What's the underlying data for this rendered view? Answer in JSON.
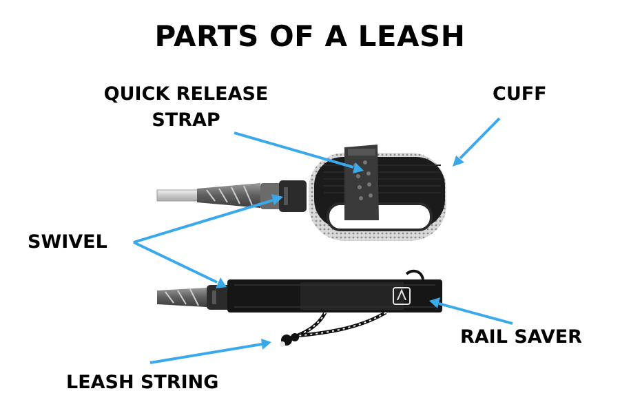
{
  "title": "PARTS OF A LEASH",
  "labels": {
    "quick_release_line1": "QUICK RELEASE",
    "quick_release_line2": "STRAP",
    "cuff": "CUFF",
    "swivel": "SWIVEL",
    "rail_saver": "RAIL SAVER",
    "leash_string": "LEASH STRING"
  },
  "colors": {
    "arrow": "#3aa9ec",
    "text": "#000000",
    "product": "#1a1a1a"
  }
}
